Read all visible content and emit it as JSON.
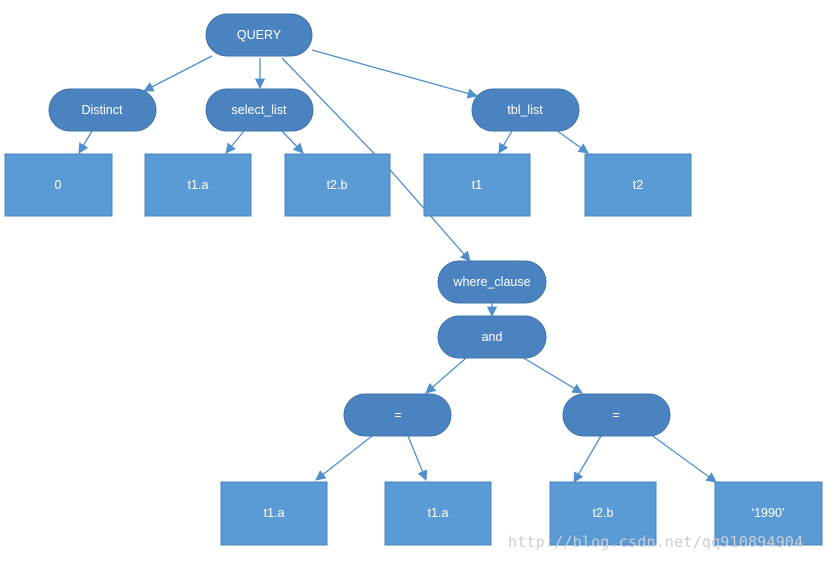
{
  "nodes": {
    "query": "QUERY",
    "distinct": "Distinct",
    "select_list": "select_list",
    "tbl_list": "tbl_list",
    "zero": "0",
    "select_t1a": "t1.a",
    "select_t2b": "t2.b",
    "tbl_t1": "t1",
    "tbl_t2": "t2",
    "where_clause": "where_clause",
    "and": "and",
    "eq_left": "=",
    "eq_right": "=",
    "eq_left_lhs": "t1.a",
    "eq_left_rhs": "t1.a",
    "eq_right_lhs": "t2.b",
    "eq_right_rhs": "‘1990’"
  },
  "watermark": "http://blog.csdn.net/qq910894904",
  "colors": {
    "pill_fill": "#4a83c0",
    "box_fill": "#5b9bd5",
    "edge": "#4f8fce",
    "text": "#ffffff"
  }
}
